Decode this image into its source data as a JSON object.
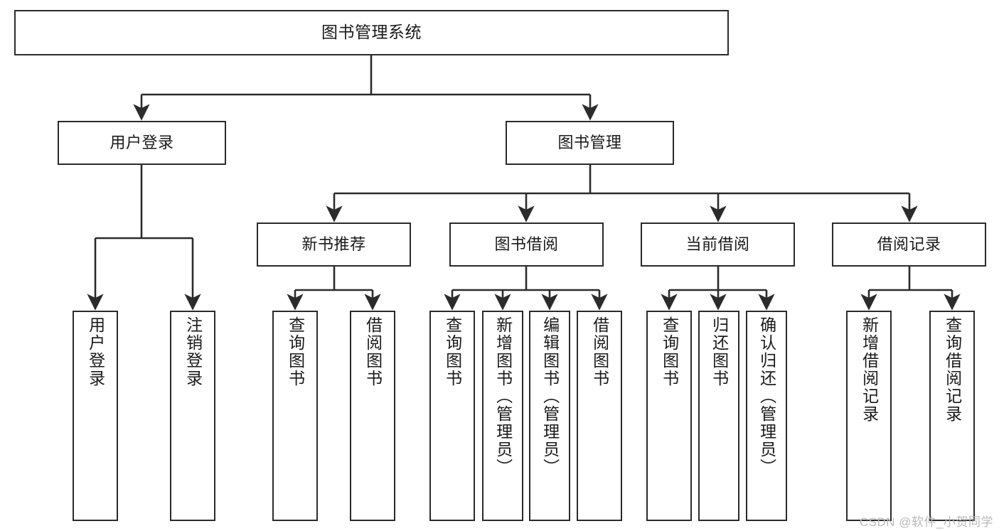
{
  "diagram": {
    "title": "图书管理系统",
    "type": "tree-hierarchy",
    "stroke_color": "#2b2b2b",
    "background_color": "#ffffff",
    "nodes": {
      "root": {
        "label": "图书管理系统"
      },
      "level2": [
        {
          "label": "用户登录"
        },
        {
          "label": "图书管理"
        }
      ],
      "level3": [
        {
          "label": "新书推荐"
        },
        {
          "label": "图书借阅"
        },
        {
          "label": "当前借阅"
        },
        {
          "label": "借阅记录"
        }
      ],
      "leaves": {
        "user_login": [
          {
            "label": "用户登录"
          },
          {
            "label": "注销登录"
          }
        ],
        "new_book": [
          {
            "label": "查询图书"
          },
          {
            "label": "借阅图书"
          }
        ],
        "book_borrow": [
          {
            "label": "查询图书"
          },
          {
            "label": "新增图书（管理员）"
          },
          {
            "label": "编辑图书（管理员）"
          },
          {
            "label": "借阅图书"
          }
        ],
        "current_borrow": [
          {
            "label": "查询图书"
          },
          {
            "label": "归还图书"
          },
          {
            "label": "确认归还（管理员）"
          }
        ],
        "borrow_record": [
          {
            "label": "新增借阅记录"
          },
          {
            "label": "查询借阅记录"
          }
        ]
      }
    },
    "watermark": "CSDN @软件_小贺同学"
  }
}
